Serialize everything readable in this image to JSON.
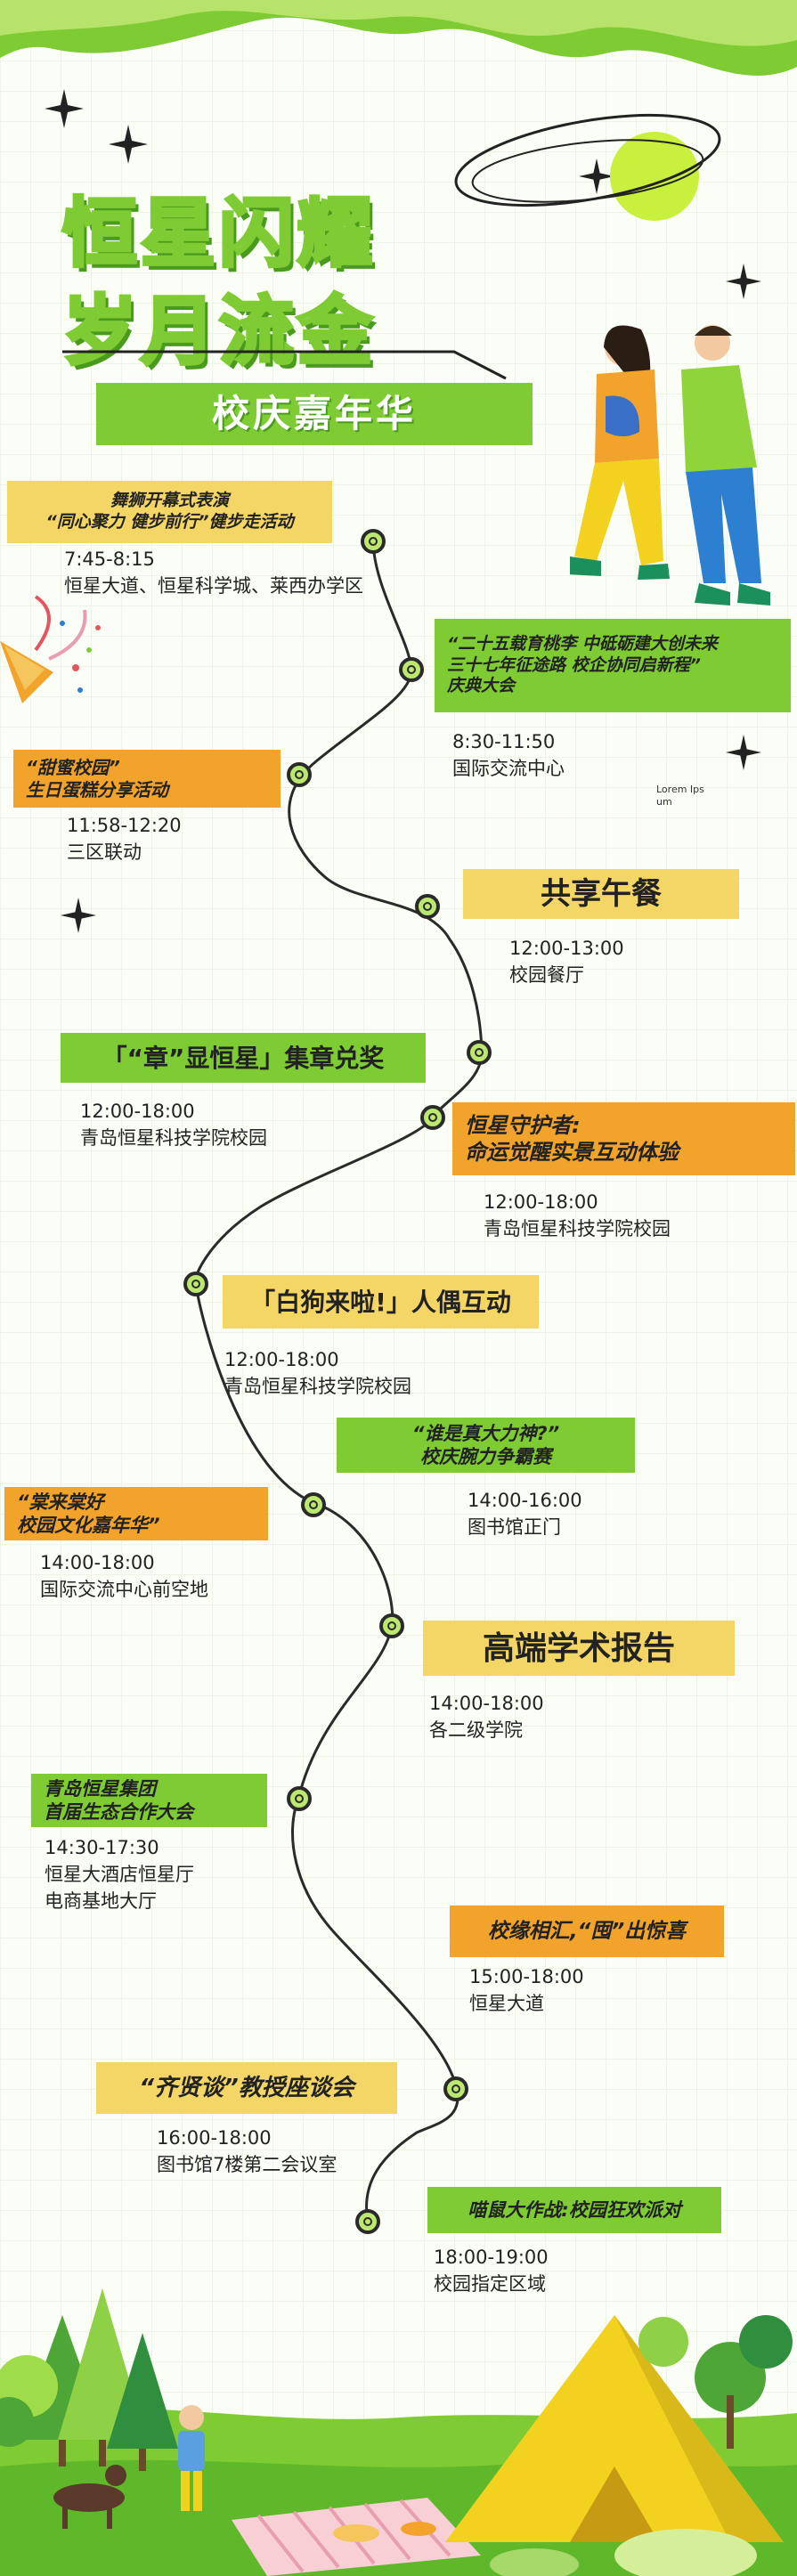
{
  "title": {
    "line1": "恒星闪耀",
    "line2": "岁月流金",
    "banner": "校庆嘉年华"
  },
  "decor": {
    "lorem": "Lorem Ips um"
  },
  "events": [
    {
      "label_lines": [
        "舞狮开幕式表演",
        "“同心聚力 健步前行”健步走活动"
      ],
      "time": "7:45-8:15",
      "location": [
        "恒星大道、恒星科学城、莱西办学区"
      ]
    },
    {
      "label_lines": [
        "“二十五载育桃李 中砥砺建大创未来",
        "三十七年征途路 校企协同启新程”",
        "庆典大会"
      ],
      "time": "8:30-11:50",
      "location": [
        "国际交流中心"
      ]
    },
    {
      "label_lines": [
        "“甜蜜校园”",
        "生日蛋糕分享活动"
      ],
      "time": "11:58-12:20",
      "location": [
        "三区联动"
      ]
    },
    {
      "label_lines": [
        "共享午餐"
      ],
      "time": "12:00-13:00",
      "location": [
        "校园餐厅"
      ]
    },
    {
      "label_lines": [
        "「“章”显恒星」集章兑奖"
      ],
      "time": "12:00-18:00",
      "location": [
        "青岛恒星科技学院校园"
      ]
    },
    {
      "label_lines": [
        "恒星守护者:",
        "命运觉醒实景互动体验"
      ],
      "time": "12:00-18:00",
      "location": [
        "青岛恒星科技学院校园"
      ]
    },
    {
      "label_lines": [
        "「白狗来啦!」人偶互动"
      ],
      "time": "12:00-18:00",
      "location": [
        "青岛恒星科技学院校园"
      ]
    },
    {
      "label_lines": [
        "“谁是真大力神?”",
        "校庆腕力争霸赛"
      ],
      "time": "14:00-16:00",
      "location": [
        "图书馆正门"
      ]
    },
    {
      "label_lines": [
        "“棠来棠好",
        "校园文化嘉年华”"
      ],
      "time": "14:00-18:00",
      "location": [
        "国际交流中心前空地"
      ]
    },
    {
      "label_lines": [
        "高端学术报告"
      ],
      "time": "14:00-18:00",
      "location": [
        "各二级学院"
      ]
    },
    {
      "label_lines": [
        "青岛恒星集团",
        "首届生态合作大会"
      ],
      "time": "14:30-17:30",
      "location": [
        "恒星大酒店恒星厅",
        "电商基地大厅"
      ]
    },
    {
      "label_lines": [
        "校缘相汇,“囤”出惊喜"
      ],
      "time": "15:00-18:00",
      "location": [
        "恒星大道"
      ]
    },
    {
      "label_lines": [
        "“齐贤谈”教授座谈会"
      ],
      "time": "16:00-18:00",
      "location": [
        "图书馆7楼第二会议室"
      ]
    },
    {
      "label_lines": [
        "喵鼠大作战:校园狂欢派对"
      ],
      "time": "18:00-19:00",
      "location": [
        "校园指定区域"
      ]
    }
  ],
  "colors": {
    "green": "#7ecb34",
    "yellow": "#f3d666",
    "orange": "#f2a32c",
    "node": "#bde86f",
    "line": "#2a2a2a"
  }
}
